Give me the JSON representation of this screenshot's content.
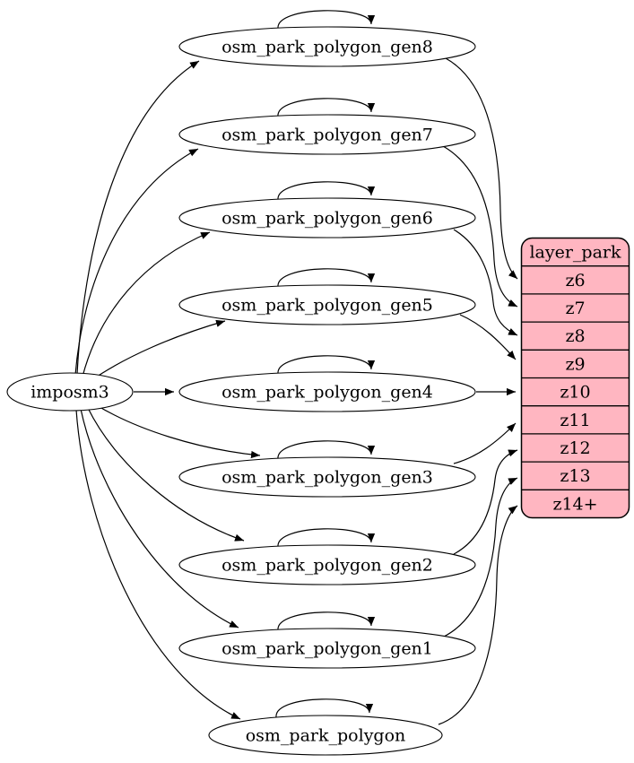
{
  "diagram": {
    "type": "etl-flow-graph",
    "source_node": {
      "label": "imposm3"
    },
    "generalized_tables": [
      {
        "label": "osm_park_polygon_gen8",
        "self_loop": true,
        "target_zoom": "z6"
      },
      {
        "label": "osm_park_polygon_gen7",
        "self_loop": true,
        "target_zoom": "z7"
      },
      {
        "label": "osm_park_polygon_gen6",
        "self_loop": true,
        "target_zoom": "z8"
      },
      {
        "label": "osm_park_polygon_gen5",
        "self_loop": true,
        "target_zoom": "z9"
      },
      {
        "label": "osm_park_polygon_gen4",
        "self_loop": true,
        "target_zoom": "z10"
      },
      {
        "label": "osm_park_polygon_gen3",
        "self_loop": true,
        "target_zoom": "z11"
      },
      {
        "label": "osm_park_polygon_gen2",
        "self_loop": true,
        "target_zoom": "z12"
      },
      {
        "label": "osm_park_polygon_gen1",
        "self_loop": true,
        "target_zoom": "z13"
      },
      {
        "label": "osm_park_polygon",
        "self_loop": true,
        "target_zoom": "z14+"
      }
    ],
    "layer_table": {
      "header": "layer_park",
      "rows": [
        "z6",
        "z7",
        "z8",
        "z9",
        "z10",
        "z11",
        "z12",
        "z13",
        "z14+"
      ]
    },
    "flows": [
      {
        "from": "imposm3",
        "to": "osm_park_polygon_gen8"
      },
      {
        "from": "imposm3",
        "to": "osm_park_polygon_gen7"
      },
      {
        "from": "imposm3",
        "to": "osm_park_polygon_gen6"
      },
      {
        "from": "imposm3",
        "to": "osm_park_polygon_gen5"
      },
      {
        "from": "imposm3",
        "to": "osm_park_polygon_gen4"
      },
      {
        "from": "imposm3",
        "to": "osm_park_polygon_gen3"
      },
      {
        "from": "imposm3",
        "to": "osm_park_polygon_gen2"
      },
      {
        "from": "imposm3",
        "to": "osm_park_polygon_gen1"
      },
      {
        "from": "imposm3",
        "to": "osm_park_polygon"
      },
      {
        "from": "osm_park_polygon_gen8",
        "to": "layer_park:z6"
      },
      {
        "from": "osm_park_polygon_gen7",
        "to": "layer_park:z7"
      },
      {
        "from": "osm_park_polygon_gen6",
        "to": "layer_park:z8"
      },
      {
        "from": "osm_park_polygon_gen5",
        "to": "layer_park:z9"
      },
      {
        "from": "osm_park_polygon_gen4",
        "to": "layer_park:z10"
      },
      {
        "from": "osm_park_polygon_gen3",
        "to": "layer_park:z11"
      },
      {
        "from": "osm_park_polygon_gen2",
        "to": "layer_park:z12"
      },
      {
        "from": "osm_park_polygon_gen1",
        "to": "layer_park:z13"
      },
      {
        "from": "osm_park_polygon",
        "to": "layer_park:z14+"
      }
    ],
    "colors": {
      "layer_fill": "#ffb6c1",
      "node_fill": "#ffffff",
      "stroke": "#000000",
      "background": "#ffffff"
    }
  }
}
